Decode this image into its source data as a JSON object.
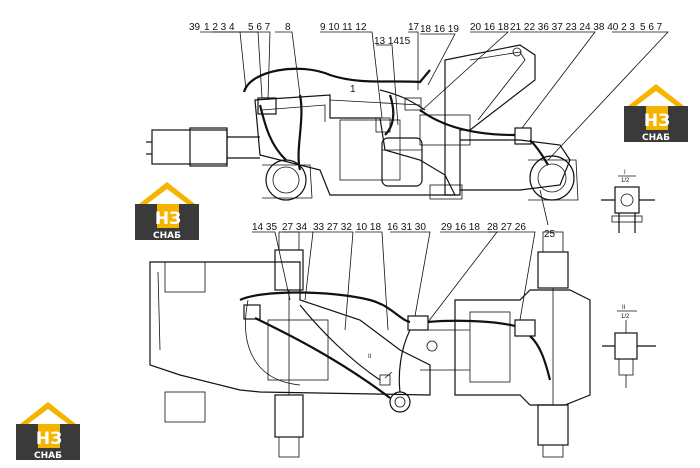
{
  "logos": [
    {
      "letters": "НЗ",
      "subtitle": "СНАБ"
    },
    {
      "letters": "НЗ",
      "subtitle": "СНАБ"
    },
    {
      "letters": "НЗ",
      "subtitle": "СНАБ"
    }
  ],
  "colors": {
    "logo_yellow": "#f5b400",
    "logo_dark": "#3a3a3a",
    "line": "#111111"
  },
  "top_labels": {
    "a": "39",
    "b": "1 2 3 4",
    "c": "5 6 7",
    "d": "8",
    "e": "9 10 11 12",
    "f": "13 1415",
    "g": "17",
    "h": "18 16 19",
    "i": "20 16 18",
    "j": "21 22 36 37 23 24 38 40 2 3",
    "k": "5 6 7",
    "l": "25",
    "m": "1"
  },
  "bottom_labels": {
    "a": "14 35",
    "b": "27 34",
    "c": "33 27 32",
    "d": "10 18",
    "e": "16 31 30",
    "f": "29 16 18",
    "g": "28 27 26",
    "h": "II"
  },
  "details": {
    "i_num": "I",
    "i_scale": "1/2",
    "ii_num": "II",
    "ii_scale": "1/2"
  }
}
